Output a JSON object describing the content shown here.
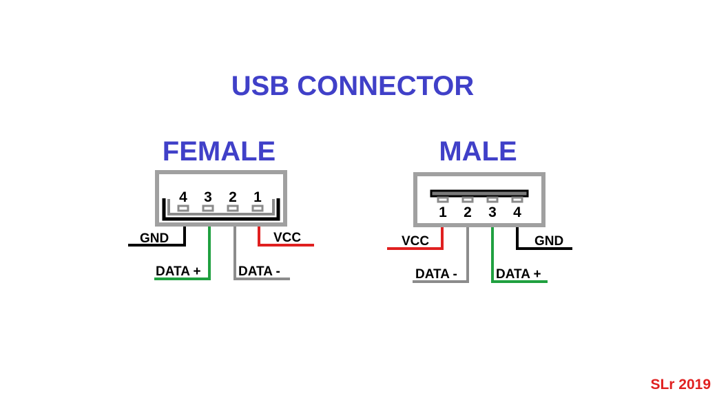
{
  "title": "USB CONNECTOR",
  "credit": "SLr 2019",
  "colors": {
    "heading": "#4040c8",
    "credit": "#e02020",
    "shell_outer": "#a0a0a0",
    "shell_inner": "#606060",
    "wire_black": "#000000",
    "wire_green": "#20a040",
    "wire_gray": "#8c8c8c",
    "wire_red": "#e02020"
  },
  "female": {
    "heading": "FEMALE",
    "pins": [
      "4",
      "3",
      "2",
      "1"
    ],
    "labels": {
      "gnd": "GND",
      "data_plus": "DATA +",
      "data_minus": "DATA -",
      "vcc": "VCC"
    }
  },
  "male": {
    "heading": "MALE",
    "pins": [
      "1",
      "2",
      "3",
      "4"
    ],
    "labels": {
      "vcc": "VCC",
      "data_minus": "DATA -",
      "data_plus": "DATA +",
      "gnd": "GND"
    }
  }
}
